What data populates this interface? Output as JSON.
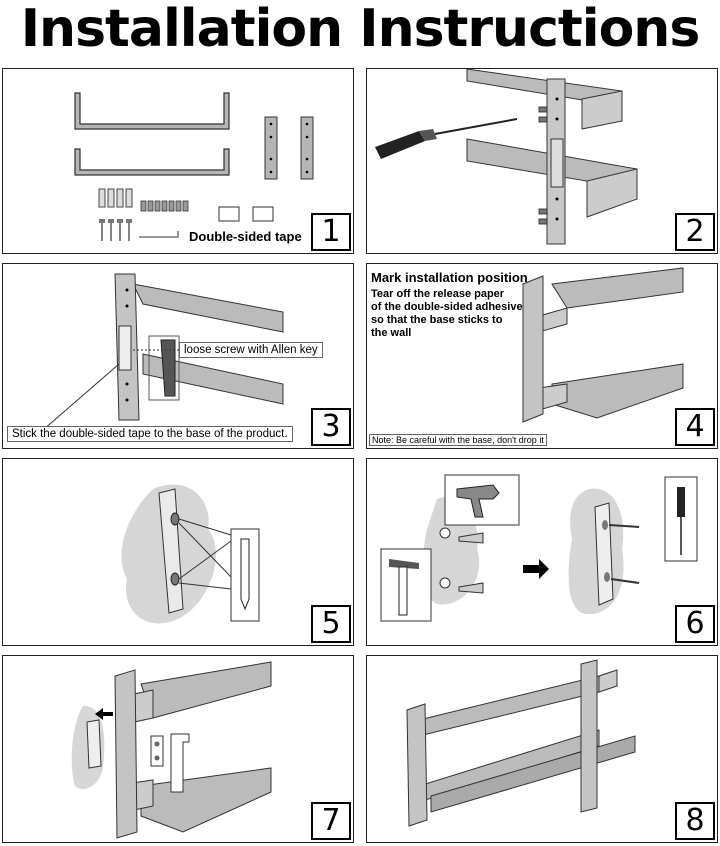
{
  "title": "Installation Instructions",
  "steps": [
    {
      "number": "1",
      "label": "Double-sided tape"
    },
    {
      "number": "2"
    },
    {
      "number": "3",
      "callout_screw": "loose screw with Allen key",
      "callout_tape": "Stick the double-sided tape to the base of the product."
    },
    {
      "number": "4",
      "heading": "Mark installation position",
      "line1": "Tear off the release paper",
      "line2": "of the double-sided adhesive",
      "line3": "so that the base sticks to",
      "line4": "the wall",
      "note": "Note: Be careful with the base, don't drop it"
    },
    {
      "number": "5"
    },
    {
      "number": "6"
    },
    {
      "number": "7"
    },
    {
      "number": "8"
    }
  ]
}
